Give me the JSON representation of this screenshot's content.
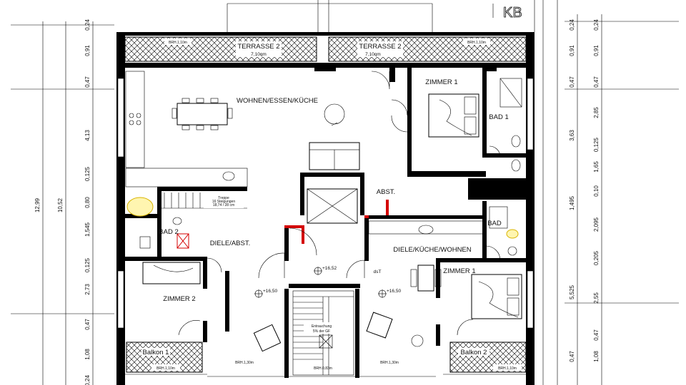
{
  "rooms": {
    "wohnen": "WOHNEN/ESSEN/KÜCHE",
    "zimmer1_top": "ZIMMER 1",
    "bad1": "BAD 1",
    "abst": "ABST.",
    "bad2": "BAD 2",
    "diele_abst": "DIELE/ABST.",
    "diele_kueche": "DIELE/KÜCHE/WOHNEN",
    "bad_right": "BAD",
    "zimmer1_bottom": "ZIMMER 1",
    "zimmer2": "ZIMMER 2"
  },
  "terraces": {
    "left_name": "TERRASSE 2",
    "left_area": "7,10qm",
    "right_name": "TERRASSE 2",
    "right_area": "7,10qm",
    "balkon1": "Balkon 1",
    "balkon2": "Balkon 2"
  },
  "brh": {
    "terrace_left": "BRH.1,10m",
    "terrace_right": "BRH.1,10m",
    "balkon1": "BRH.1,10m",
    "balkon2": "BRH.1,10m",
    "left_window": "BRH.1,30m",
    "stair_window": "BRH.0,83m",
    "right_window": "BRH.1,30m"
  },
  "levels": {
    "left": "+16,50",
    "center": "+16,52",
    "right": "+16,50"
  },
  "annotations": {
    "corner": "KB",
    "dst": "dsT",
    "treppe_1": "Treppe",
    "treppe_2": "16 Steigungen",
    "treppe_3": "18,74 / 28 cm",
    "entrauchung_1": "Entrauchung",
    "entrauchung_2": "5% der GF"
  },
  "dims_left": {
    "total": "12,99",
    "sub": "10,52",
    "segments": [
      "0,24",
      "0,91",
      "0,47",
      "4,13",
      "0,125",
      "0,80",
      "1,545",
      "0,125",
      "2,73",
      "0,47",
      "1,08",
      "0,24"
    ]
  },
  "dims_right": {
    "outer": [
      "0,24",
      "0,91",
      "0,47",
      "3,63",
      "1,495",
      "5,525",
      "0,47"
    ],
    "inner": [
      "0,24",
      "0,91",
      "0,47",
      "2,85",
      "0,125",
      "1,65",
      "0,10",
      "2,095",
      "0,205",
      "2,55",
      "0,47",
      "1,08"
    ]
  }
}
